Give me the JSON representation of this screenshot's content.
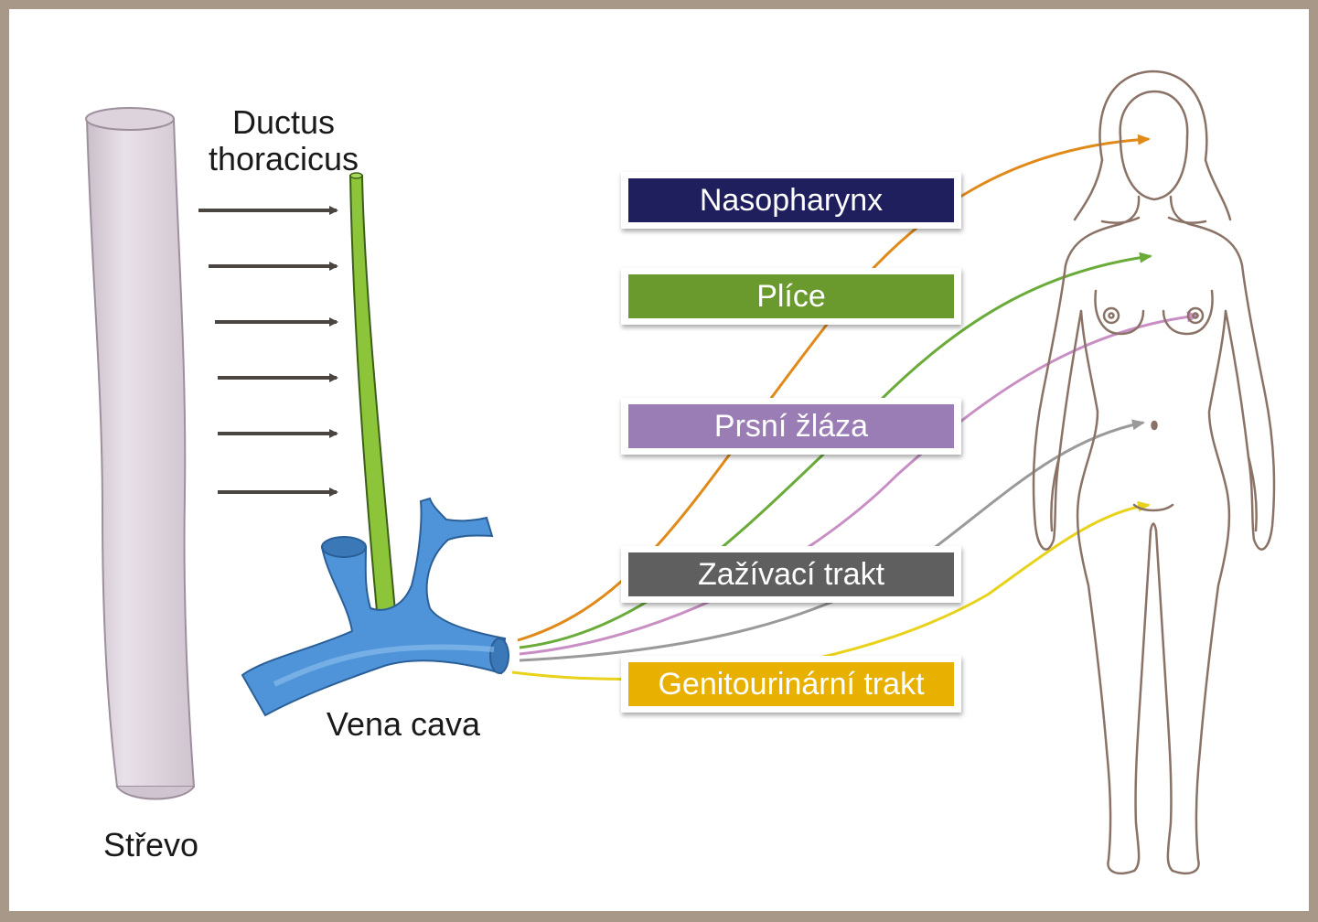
{
  "labels": {
    "ductus": "Ductus\nthoracicus",
    "ductus_line1": "Ductus",
    "ductus_line2": "thoracicus",
    "vena_cava": "Vena cava",
    "strevo": "Střevo"
  },
  "boxes": [
    {
      "text": "Nasopharynx",
      "color": "#1f1f5e"
    },
    {
      "text": "Plíce",
      "color": "#6a9a2e"
    },
    {
      "text": "Prsní žláza",
      "color": "#9a7db5"
    },
    {
      "text": "Zažívací trakt",
      "color": "#5f5f5f"
    },
    {
      "text": "Genitourinární trakt",
      "color": "#e8b000"
    }
  ],
  "colors": {
    "frame": "#a89888",
    "intestine": "#ddd3dc",
    "thoracic_duct": "#8cc43a",
    "vena_cava": "#4f94d8",
    "body_outline": "#8a7366",
    "arrow_dark": "#4a4540",
    "path_orange": "#e08a1a",
    "path_green": "#6aab3a",
    "path_pink": "#c98fc4",
    "path_gray": "#9a9a9a",
    "path_yellow": "#e8d21a"
  }
}
